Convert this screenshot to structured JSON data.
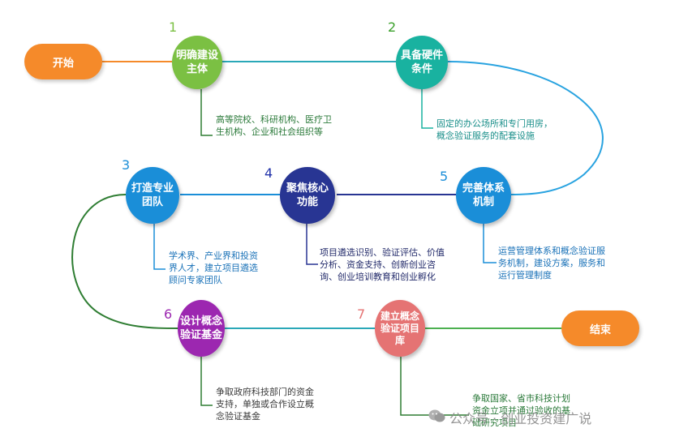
{
  "start": "开始",
  "end": "结束",
  "steps": [
    {
      "num": "1",
      "title": "明确建设\n主体",
      "desc": "高等院校、科研机构、医疗卫\n生机构、企业和社会组织等",
      "color": "#7bc043",
      "num_color": "#7bc043",
      "desc_color": "#2b7a3a"
    },
    {
      "num": "2",
      "title": "具备硬件\n条件",
      "desc": "固定的办公场所和专门用房，\n概念验证服务的配套设施",
      "color": "#19b2a0",
      "num_color": "#3aa02a",
      "desc_color": "#1a8f8a"
    },
    {
      "num": "3",
      "title": "打造专业\n团队",
      "desc": "学术界、产业界和投资\n界人才，建立项目遴选\n顾问专家团队",
      "color": "#1a8ed8",
      "num_color": "#1a8ed8",
      "desc_color": "#1a72b8"
    },
    {
      "num": "4",
      "title": "聚焦核心\n功能",
      "desc": "项目遴选识别、验证评估、价值\n分析、资金支持、创新创业咨\n询、创业培训教育和创业孵化",
      "color": "#283593",
      "num_color": "#2233aa",
      "desc_color": "#222a6a"
    },
    {
      "num": "5",
      "title": "完善体系\n机制",
      "desc": "运营管理体系和概念验证服\n务机制，建设方案，服务和\n运行管理制度",
      "color": "#1a8ed8",
      "num_color": "#1a8ed8",
      "desc_color": "#1a72b8"
    },
    {
      "num": "6",
      "title": "设计概念\n验证基金",
      "desc": "争取政府科技部门的资金\n支持，单独或合作设立概\n念验证基金",
      "color": "#9c27b0",
      "num_color": "#9c27b0",
      "desc_color": "#3a3a3a"
    },
    {
      "num": "7",
      "title": "建立概念\n验证项目\n库",
      "desc": "争取国家、省市科技计划\n资金立项并通过验收的基\n础研究项目",
      "color": "#e57373",
      "num_color": "#e57373",
      "desc_color": "#2b7a3a"
    }
  ],
  "watermark": "公众号 · 创业投资建广说",
  "colors": {
    "orange": "#f58a2a"
  }
}
